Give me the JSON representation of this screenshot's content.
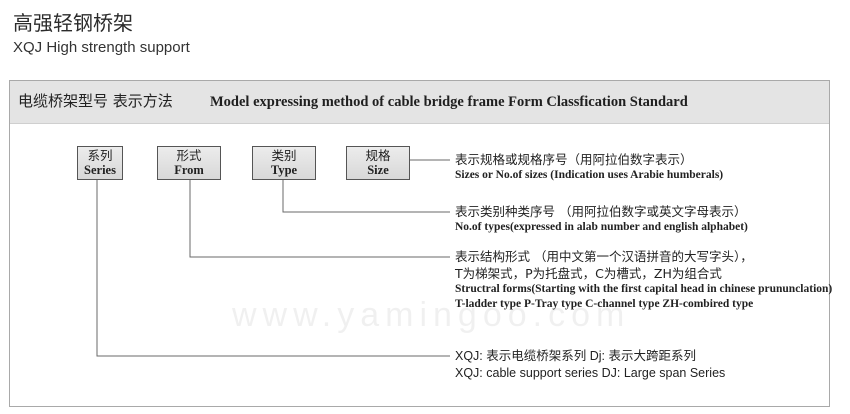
{
  "header": {
    "title_cn": "高强轻钢桥架",
    "title_en": "XQJ High strength support"
  },
  "band": {
    "title_cn": "电缆桥架型号 表示方法",
    "title_en": "Model expressing method of cable bridge frame Form Classfication Standard"
  },
  "boxes": [
    {
      "cn": "系列",
      "en": "Series"
    },
    {
      "cn": "形式",
      "en": "From"
    },
    {
      "cn": "类别",
      "en": "Type"
    },
    {
      "cn": "规格",
      "en": "Size"
    }
  ],
  "descriptions": {
    "size": {
      "cn": "表示规格或规格序号（用阿拉伯数字表示）",
      "en": "Sizes or No.of sizes (Indication uses Arabie humberals)"
    },
    "type": {
      "cn": "表示类别种类序号 （用阿拉伯数字或英文字母表示）",
      "en": "No.of types(expressed in alab number and english alphabet)"
    },
    "form": {
      "cn1": "表示结构形式 （用中文第一个汉语拼音的大写字头），",
      "cn2": "T为梯架式，P为托盘式，C为槽式，ZH为组合式",
      "en1": "Structral forms(Starting with the first capital head in chinese prununclation)",
      "en2": "T-ladder type P-Tray type C-channel type ZH-combired type"
    },
    "series": {
      "cn": "XQJ: 表示电缆桥架系列   Dj:  表示大跨距系列",
      "en": "XQJ: cable support series  DJ:   Large span Series"
    }
  },
  "watermark": "www.yamingoo.com"
}
